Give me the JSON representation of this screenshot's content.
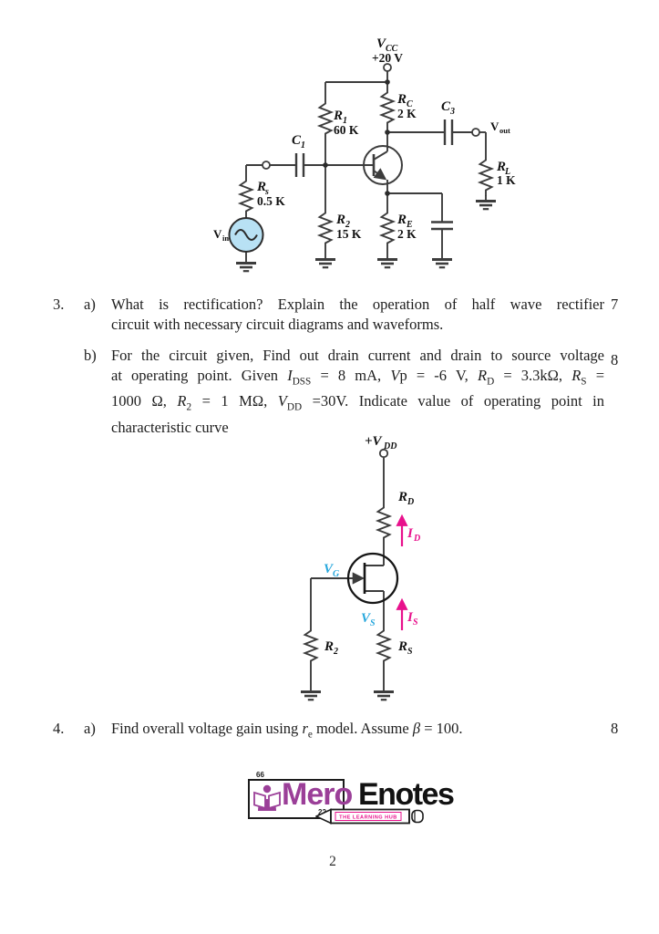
{
  "page": {
    "number": "2"
  },
  "questions": {
    "q3": {
      "number": "3.",
      "a": {
        "label": "a)",
        "lines": [
          "What is rectification? Explain the operation of half wave rectifier",
          "circuit with necessary circuit diagrams and waveforms."
        ],
        "marks": "7"
      },
      "b": {
        "label": "b)",
        "lines_html": [
          "For the circuit given, Find out drain current and drain to source voltage",
          "at operating point. Given <i>I</i><sub>DSS</sub> = 8 mA, <i>V</i>p = -6 V, <i>R</i><sub>D</sub> = 3.3kΩ, <i>R</i><sub>S</sub> =",
          "1000 Ω, <i>R</i><sub>2</sub> = 1 MΩ, <i>V</i><sub>DD</sub> =30V. Indicate value of operating point in",
          "characteristic curve"
        ],
        "marks": "8"
      }
    },
    "q4": {
      "number": "4.",
      "a": {
        "label": "a)",
        "line_html": "Find overall voltage gain using <i>r</i><sub>e</sub> model. Assume <i>β</i> = 100.",
        "marks": "8"
      }
    }
  },
  "circuit1": {
    "vcc": {
      "main": "V",
      "sub": "CC"
    },
    "vcc_value": "+20 V",
    "r1": {
      "main": "R",
      "sub": "1"
    },
    "r1_value": "60 K",
    "rc": {
      "main": "R",
      "sub": "C"
    },
    "rc_value": "2 K",
    "c3": {
      "main": "C",
      "sub": "3"
    },
    "vout": {
      "main": "V",
      "sub": "out"
    },
    "rl": {
      "main": "R",
      "sub": "L"
    },
    "rl_value": "1 K",
    "c1": {
      "main": "C",
      "sub": "1"
    },
    "rs": {
      "main": "R",
      "sub": "s"
    },
    "rs_value": "0.5 K",
    "vin": {
      "main": "V",
      "sub": "in"
    },
    "r2": {
      "main": "R",
      "sub": "2"
    },
    "r2_value": "15 K",
    "re": {
      "main": "R",
      "sub": "E"
    },
    "re_value": "2 K"
  },
  "circuit2": {
    "vdd": {
      "main": "+V",
      "sub": "DD"
    },
    "rd": {
      "main": "R",
      "sub": "D"
    },
    "id": {
      "main": "I",
      "sub": "D"
    },
    "vg": {
      "main": "V",
      "sub": "G"
    },
    "vs": {
      "main": "V",
      "sub": "S"
    },
    "is": {
      "main": "I",
      "sub": "S"
    },
    "r2": {
      "main": "R",
      "sub": "2"
    },
    "rs": {
      "main": "R",
      "sub": "S"
    }
  },
  "logo": {
    "mero": "Mero",
    "enotes": "Enotes",
    "tagline": "THE LEARNING HUB",
    "quote_top": "66",
    "quote_bottom": "22"
  },
  "colors": {
    "wire": "#3c3c3c",
    "accent_cyan": "#29a8dd",
    "accent_magenta": "#e8118c",
    "source_fill": "#b8e1f4",
    "logo_purple": "#9b3f98"
  }
}
